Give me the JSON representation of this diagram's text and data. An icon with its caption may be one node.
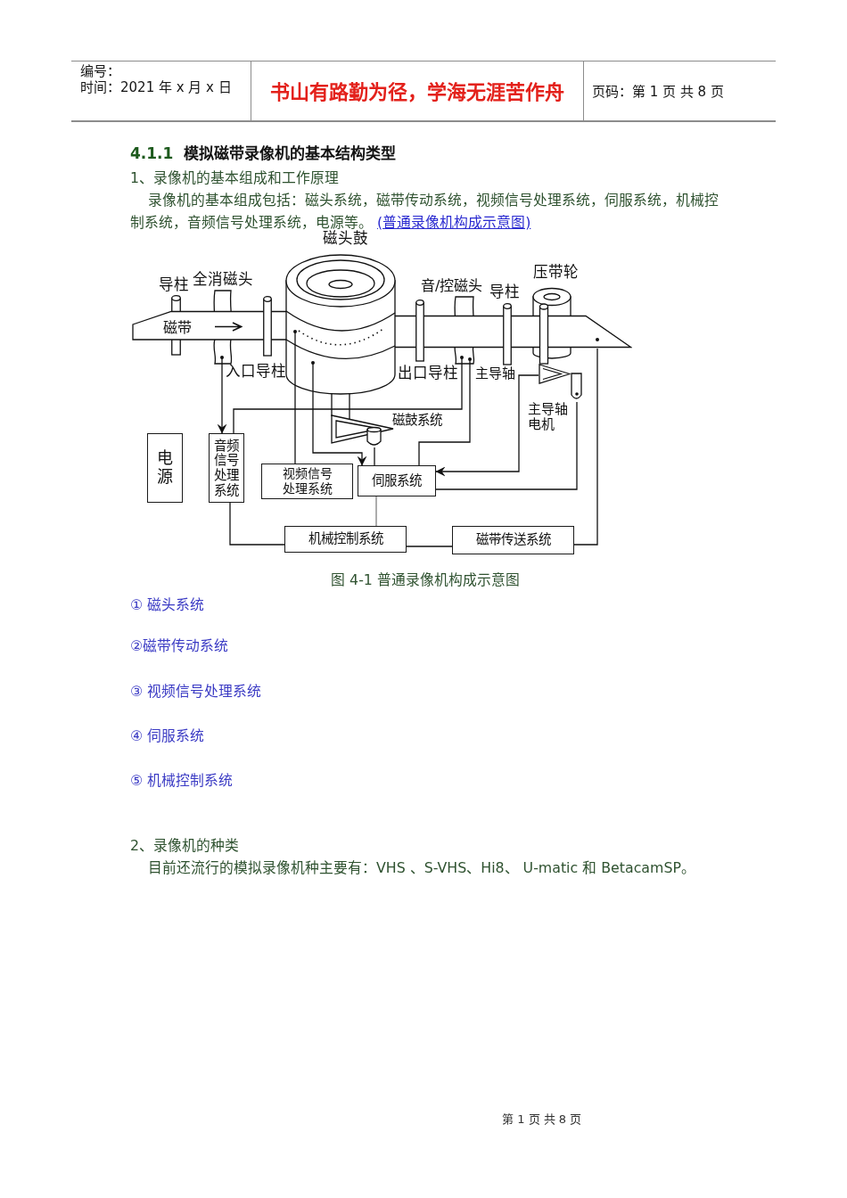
{
  "diagram": {
    "title": "4.1.1 模拟磁带录像机的基本结构类型",
    "caption": "图 4-1 普通录像机构成示意图",
    "nodes": [
      {
        "text": [
          "磁带"
        ]
      },
      {
        "text": [],
        "shape": "picture"
      },
      {
        "text": [],
        "shape": "picture"
      },
      {
        "text": [],
        "shape": "picture"
      },
      {
        "text": [],
        "shape": "picture"
      },
      {
        "text": [],
        "shape": "picture"
      },
      {
        "text": [],
        "shape": "picture"
      },
      {
        "text": [
          "电源"
        ]
      },
      {
        "text": [
          "音频信号处理系统"
        ]
      },
      {
        "text": [
          "视频信号处理系统"
        ]
      },
      {
        "text": [
          "伺服系统"
        ]
      },
      {
        "text": [
          "机械控制系统"
        ]
      },
      {
        "text": [
          "磁带传送系统"
        ]
      }
    ],
    "edges": [
      {
        "from": 1,
        "to": 8,
        "arrow": "to"
      },
      {
        "from": 3,
        "to": 8,
        "arrow": "none"
      },
      {
        "from": 3,
        "to": 10,
        "arrow": "none"
      },
      {
        "from": 2,
        "to": 9,
        "arrow": "none"
      },
      {
        "from": 2,
        "to": 10,
        "arrow": "to"
      },
      {
        "from": 6,
        "to": 10,
        "arrow": "none"
      },
      {
        "from": 4,
        "to": 10,
        "arrow": "to"
      },
      {
        "from": 5,
        "to": 10,
        "arrow": "none"
      },
      {
        "from": 0,
        "to": 12,
        "arrow": "none"
      },
      {
        "from": 8,
        "to": 11,
        "arrow": "none"
      },
      {
        "from": 10,
        "to": 11,
        "arrow": "none",
        "color": "#808080"
      },
      {
        "from": 11,
        "to": 12,
        "arrow": "none"
      },
      {
        "from": 2,
        "to": 6,
        "arrow": "none"
      }
    ],
    "labels": [
      "编号：",
      "时间：2021 年 x 月 x 日",
      "书山有路勤为径，学海无涯苦作舟",
      "页码：第 1 页 共 8 页",
      "1、录像机的基本组成和工作原理",
      "录像机的基本组成包括：磁头系统，磁带传动系统，视频信号处理系统，伺服系统，机械控制系统，音频信号处理系统，电源等。",
      "(普通录像机构成示意图)",
      "磁头鼓",
      "导柱",
      "全消磁头",
      "音/控磁头",
      "导柱",
      "压带轮",
      "入口导柱",
      "出口导柱",
      "主导轴",
      "主导轴电机",
      "磁鼓系统",
      "① 磁头系统",
      "②磁带传动系统",
      "③ 视频信号处理系统",
      "④ 伺服系统",
      "⑤ 机械控制系统",
      "2、录像机的种类",
      "目前还流行的模拟录像机种主要有：VHS 、S-VHS、Hi8、 U-matic 和 BetacamSP。",
      "第 1 页 共 8 页"
    ]
  }
}
